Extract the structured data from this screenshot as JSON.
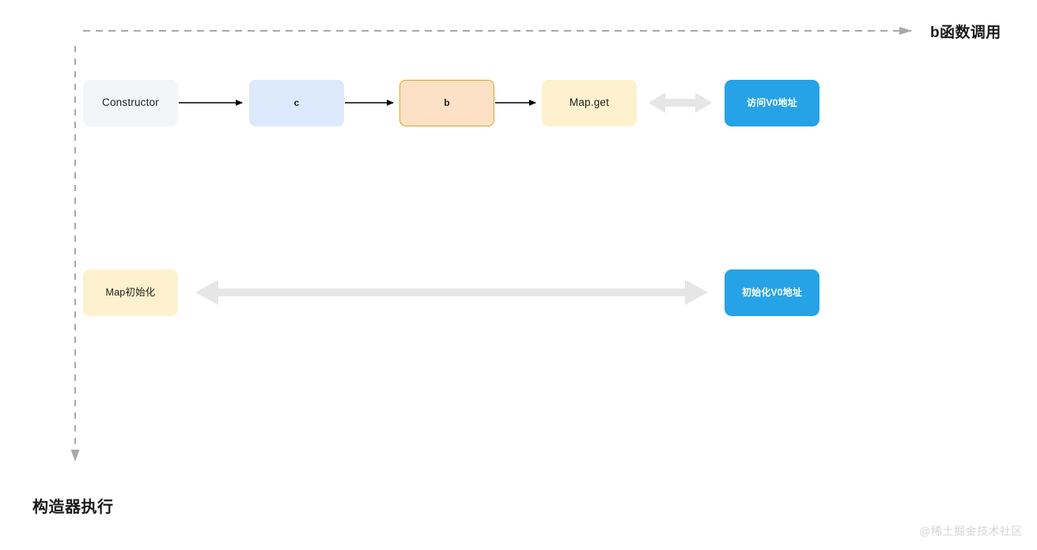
{
  "diagram": {
    "title_top_right": "b函数调用",
    "title_bottom_left": "构造器执行",
    "watermark": "@稀土掘金技术社区",
    "colors": {
      "background": "#ffffff",
      "constructor_fill": "#f4f5f7",
      "c_fill": "#dce9fc",
      "b_fill": "#fce1c6",
      "b_border": "#d9a520",
      "mapget_fill": "#fdf1ce",
      "blue_fill": "#26a3e6",
      "blue_text": "#ffffff",
      "black_arrow": "#000000",
      "gray_arrow": "#e6e6e6",
      "dashed_line": "#a8a8a8",
      "watermark_text": "#d6d6d6"
    },
    "row_top": {
      "nodes": [
        {
          "id": "constructor",
          "label": "Constructor"
        },
        {
          "id": "c",
          "label": "c"
        },
        {
          "id": "b",
          "label": "b"
        },
        {
          "id": "mapget",
          "label": "Map.get"
        },
        {
          "id": "visit-v0",
          "label": "访问V0地址"
        }
      ],
      "connectors": [
        {
          "from": "constructor",
          "to": "c",
          "style": "solid-black",
          "heads": "end"
        },
        {
          "from": "c",
          "to": "b",
          "style": "solid-black",
          "heads": "end"
        },
        {
          "from": "b",
          "to": "mapget",
          "style": "solid-black",
          "heads": "end"
        },
        {
          "from": "mapget",
          "to": "visit-v0",
          "style": "thick-gray",
          "heads": "both"
        }
      ]
    },
    "row_bottom": {
      "nodes": [
        {
          "id": "map-init",
          "label": "Map初始化"
        },
        {
          "id": "init-v0",
          "label": "初始化V0地址"
        }
      ],
      "connectors": [
        {
          "from": "init-v0",
          "to": "map-init",
          "style": "thick-gray",
          "heads": "both"
        }
      ]
    },
    "guides": [
      {
        "id": "top-dashed-axis",
        "orientation": "horizontal",
        "arrow": "right",
        "label": "b函数调用"
      },
      {
        "id": "left-dashed-axis",
        "orientation": "vertical",
        "arrow": "down",
        "label": "构造器执行"
      }
    ]
  }
}
